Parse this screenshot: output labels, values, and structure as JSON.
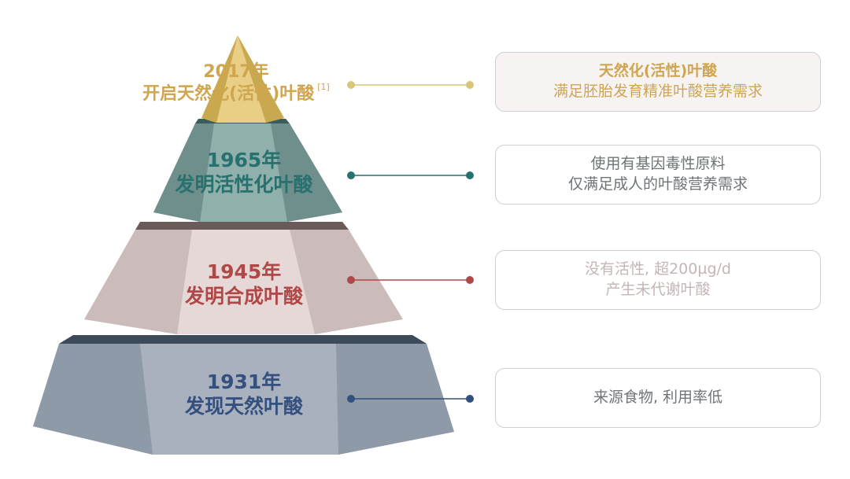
{
  "colors": {
    "gold": "#cfa54f",
    "teal": "#27716f",
    "rose": "#b04848",
    "navy": "#34507e",
    "line_gold": "#d8c77a"
  },
  "tiers": [
    {
      "year": "2017年",
      "title": "开启天然化(活性)叶酸",
      "footnote": "[1]",
      "note_title": "天然化(活性)叶酸",
      "note_text": "满足胚胎发育精准叶酸营养需求"
    },
    {
      "year": "1965年",
      "title": "发明活性化叶酸",
      "note_line1": "使用有基因毒性原料",
      "note_line2": "仅满足成人的叶酸营养需求"
    },
    {
      "year": "1945年",
      "title": "发明合成叶酸",
      "note_line1": "没有活性, 超200µg/d",
      "note_line2": "产生未代谢叶酸"
    },
    {
      "year": "1931年",
      "title": "发现天然叶酸",
      "note_line1": "来源食物, 利用率低"
    }
  ]
}
